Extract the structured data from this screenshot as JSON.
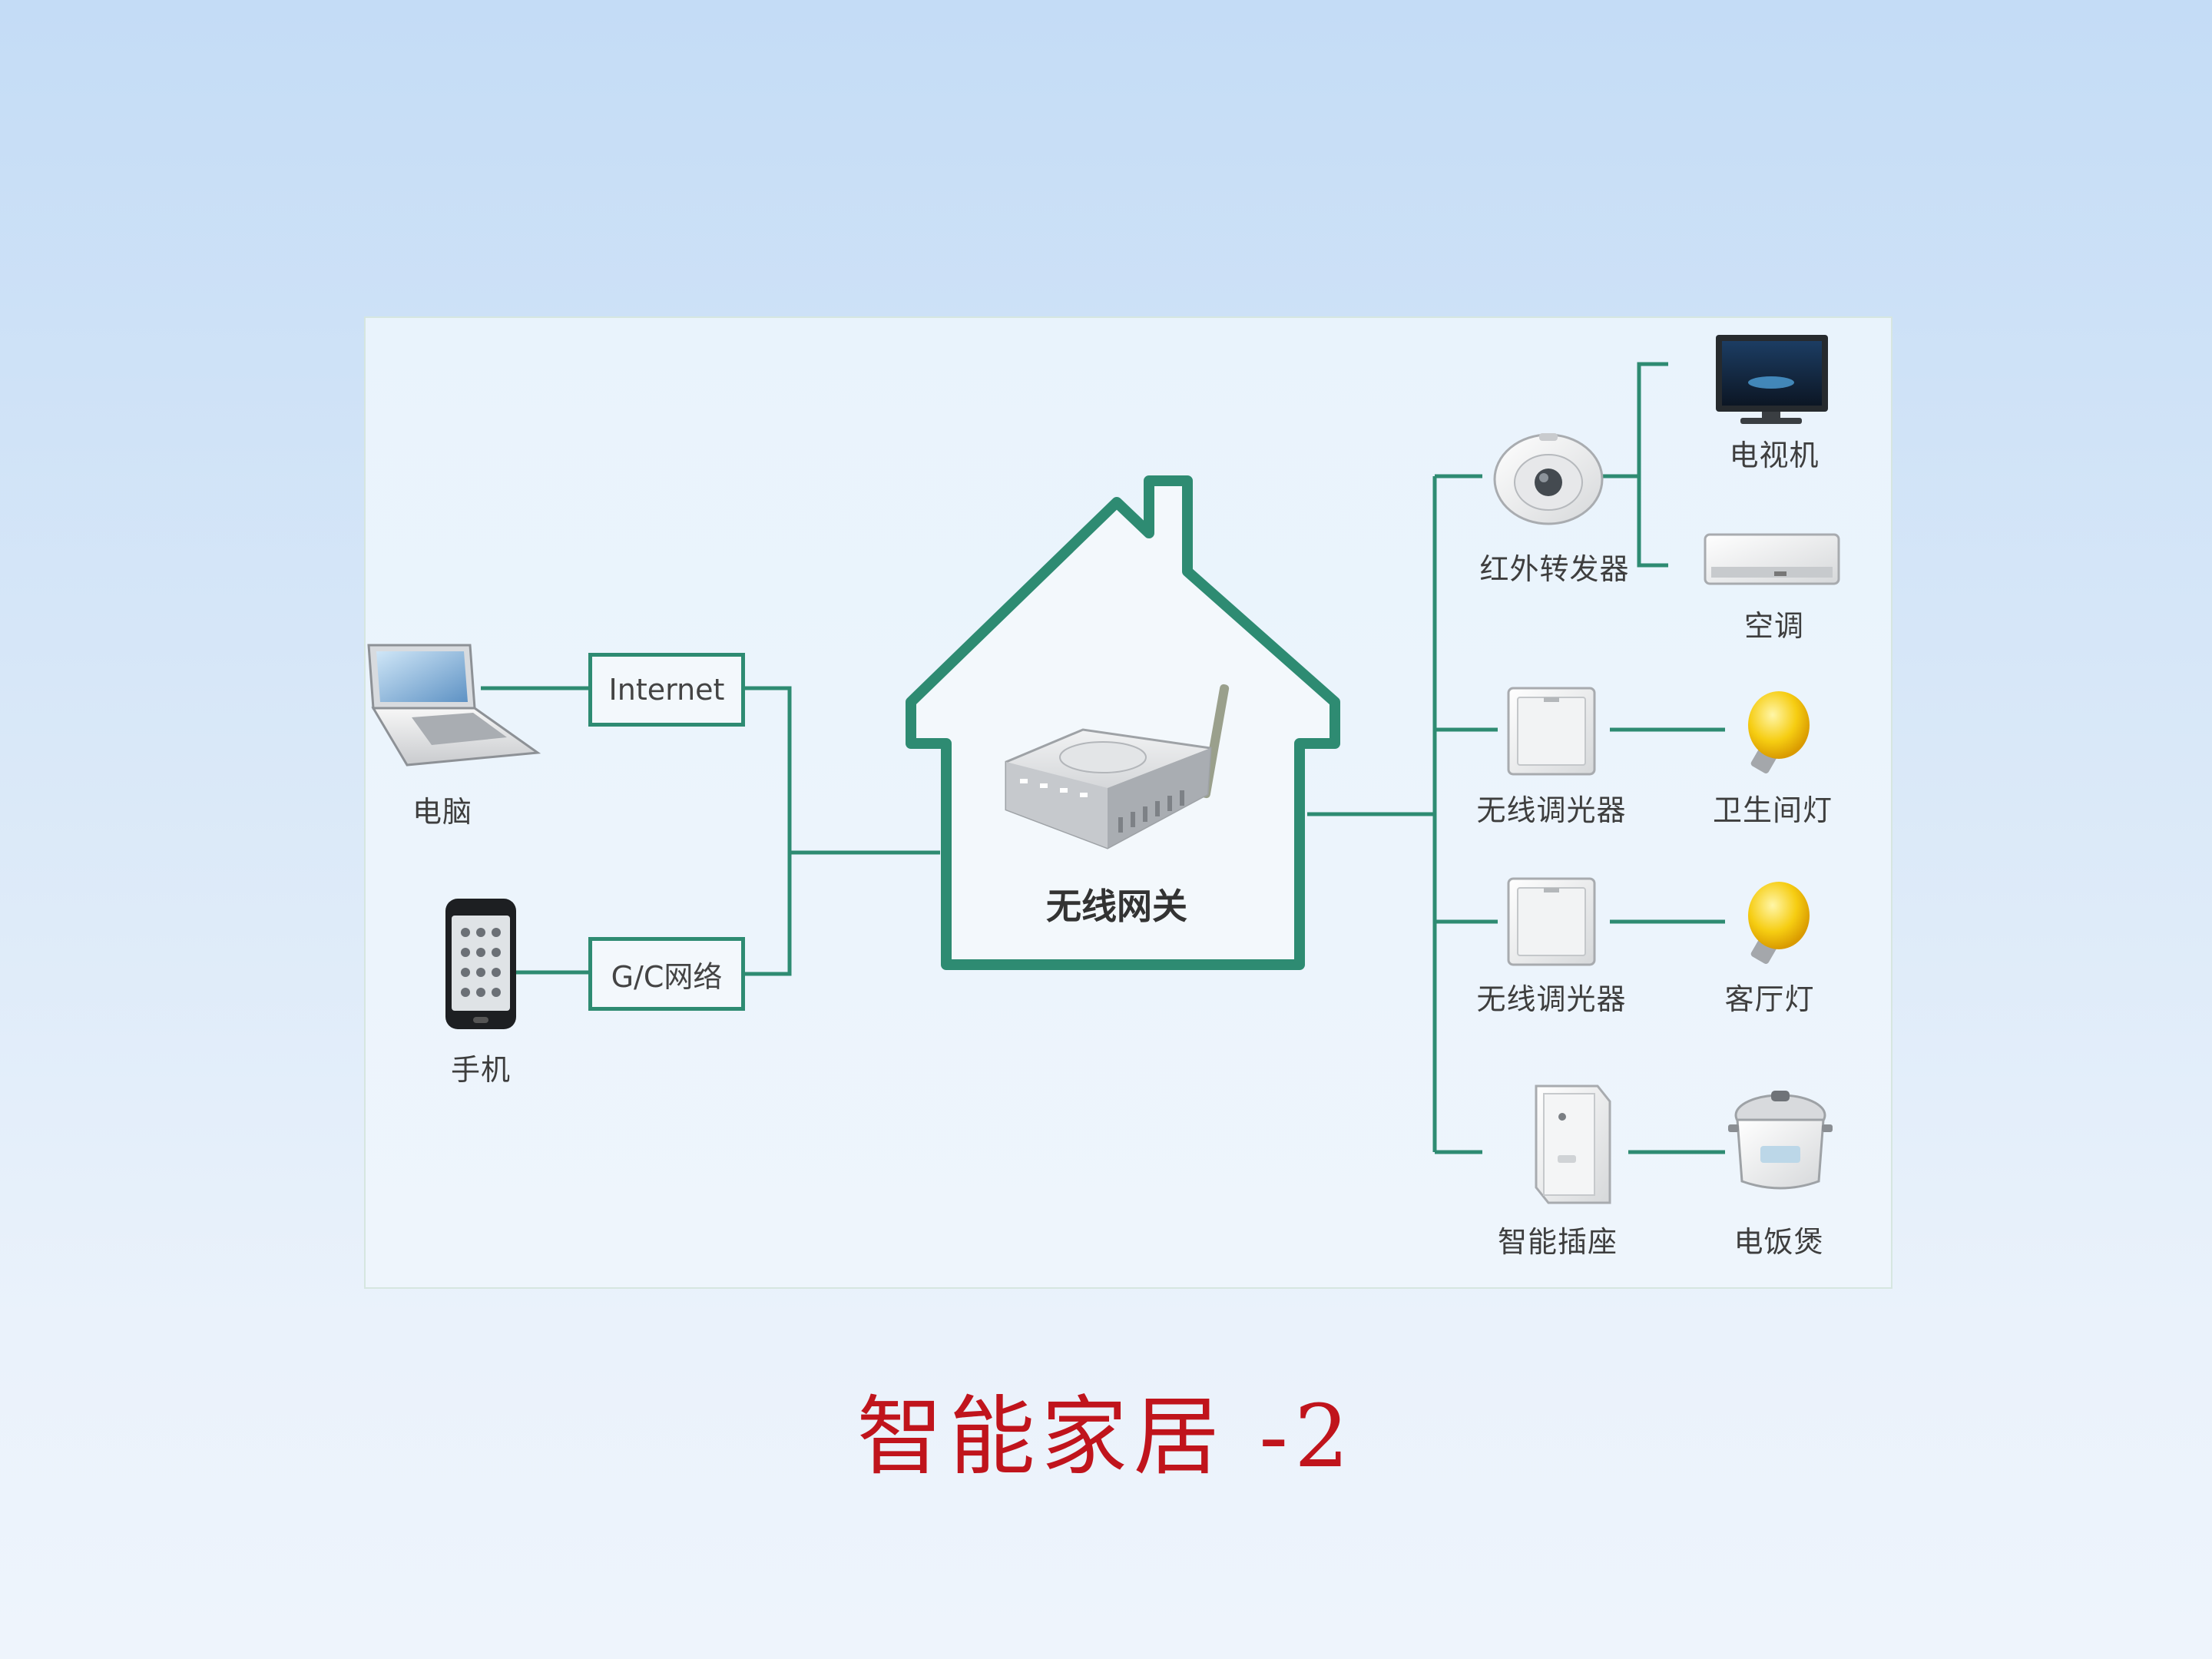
{
  "slide_title": "智能家居 -2",
  "colors": {
    "title": "#c0141c",
    "line": "#2e8b72",
    "house": "#2e8b72"
  },
  "nodes": {
    "computer": {
      "label": "电脑",
      "icon": "laptop-icon"
    },
    "phone": {
      "label": "手机",
      "icon": "smartphone-icon"
    },
    "internet": {
      "label": "Internet"
    },
    "gc_network": {
      "label": "G/C网络"
    },
    "gateway": {
      "label": "无线网关",
      "icon": "router-icon"
    },
    "ir_forwarder": {
      "label": "红外转发器",
      "icon": "ir-forwarder-icon"
    },
    "tv": {
      "label": "电视机",
      "icon": "tv-icon"
    },
    "ac": {
      "label": "空调",
      "icon": "air-conditioner-icon"
    },
    "dimmer_1": {
      "label": "无线调光器",
      "icon": "dimmer-switch-icon"
    },
    "bathroom_light": {
      "label": "卫生间灯",
      "icon": "light-bulb-icon"
    },
    "dimmer_2": {
      "label": "无线调光器",
      "icon": "dimmer-switch-icon"
    },
    "living_room_light": {
      "label": "客厅灯",
      "icon": "light-bulb-icon"
    },
    "smart_socket": {
      "label": "智能插座",
      "icon": "smart-socket-icon"
    },
    "rice_cooker": {
      "label": "电饭煲",
      "icon": "rice-cooker-icon"
    }
  }
}
